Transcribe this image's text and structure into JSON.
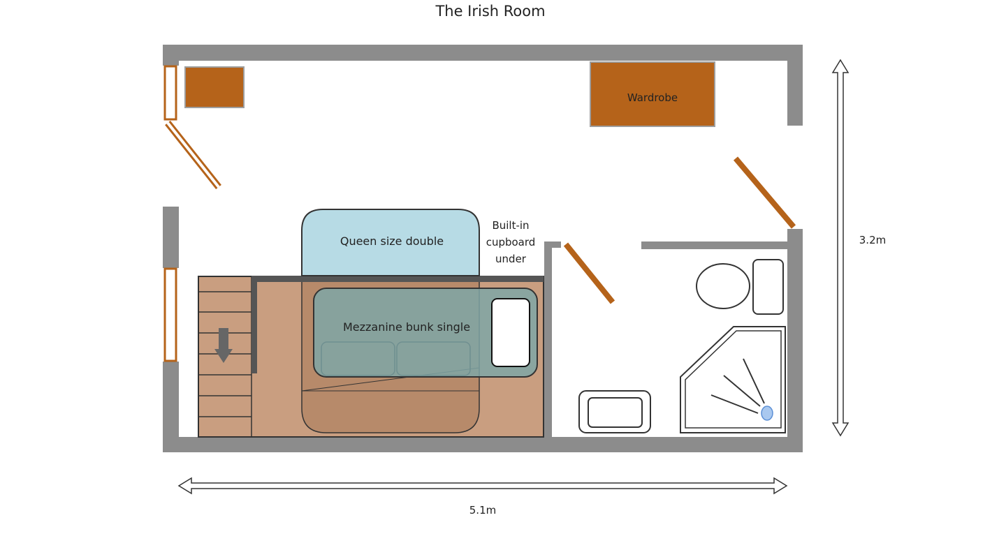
{
  "title": "The Irish Room",
  "labels": {
    "wardrobe": "Wardrobe",
    "queen_bed": "Queen size double",
    "cupboard": [
      "Built-in",
      "cupboard",
      "under"
    ],
    "bunk": "Mezzanine bunk single",
    "height": "3.2m",
    "width": "5.1m"
  },
  "colors": {
    "wall": "#8c8c8c",
    "furniture": "#b5631a",
    "door": "#b5631a",
    "floor_platform": "#c99e80",
    "queen_bed": "#b7dbe5",
    "bunk": "#7fa6a6",
    "shower_head": "#a9c8ef"
  }
}
